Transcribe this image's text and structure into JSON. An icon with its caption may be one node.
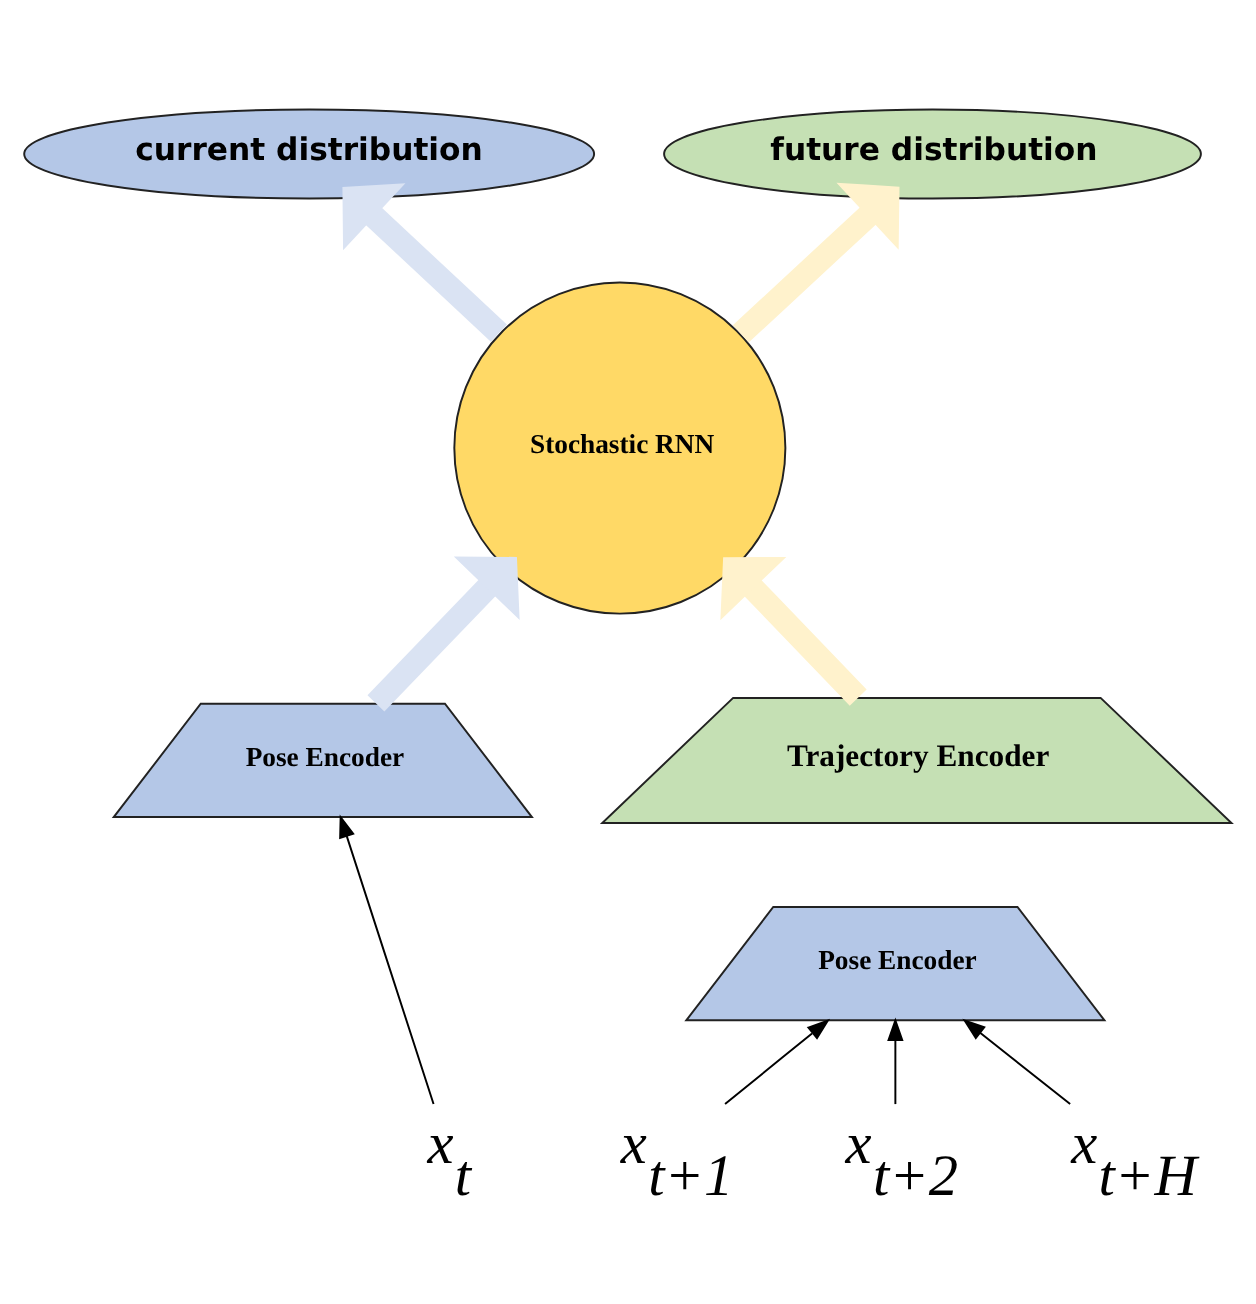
{
  "diagram": {
    "nodes": [
      {
        "text": [
          "current distribution"
        ]
      },
      {
        "text": [
          "future distribution"
        ]
      },
      {
        "text": [
          "Stochastic RNN"
        ]
      },
      {
        "text": [
          "Pose Encoder"
        ]
      },
      {
        "text": [
          "Trajectory Encoder"
        ]
      },
      {
        "text": [
          "Pose Encoder"
        ]
      },
      {
        "text": [
          "x$_{t}$"
        ]
      },
      {
        "text": [
          "x$_{t+1}$"
        ]
      },
      {
        "text": [
          "x$_{t+2}$"
        ]
      },
      {
        "text": [
          "x$_{t+H}$"
        ]
      }
    ],
    "edges": [
      {
        "from": 6,
        "to": 3,
        "arrow": "to"
      },
      {
        "from": 3,
        "to": 2,
        "arrow": "to",
        "style": "thick",
        "color": "#dae3f3"
      },
      {
        "from": 4,
        "to": 2,
        "arrow": "to",
        "style": "thick",
        "color": "#fff2cc"
      },
      {
        "from": 2,
        "to": 0,
        "arrow": "to",
        "style": "thick",
        "color": "#dae3f3"
      },
      {
        "from": 2,
        "to": 1,
        "arrow": "to",
        "style": "thick",
        "color": "#fff2cc"
      },
      {
        "from": 7,
        "to": 5,
        "arrow": "to"
      },
      {
        "from": 8,
        "to": 5,
        "arrow": "to"
      },
      {
        "from": 9,
        "to": 5,
        "arrow": "to"
      }
    ]
  }
}
